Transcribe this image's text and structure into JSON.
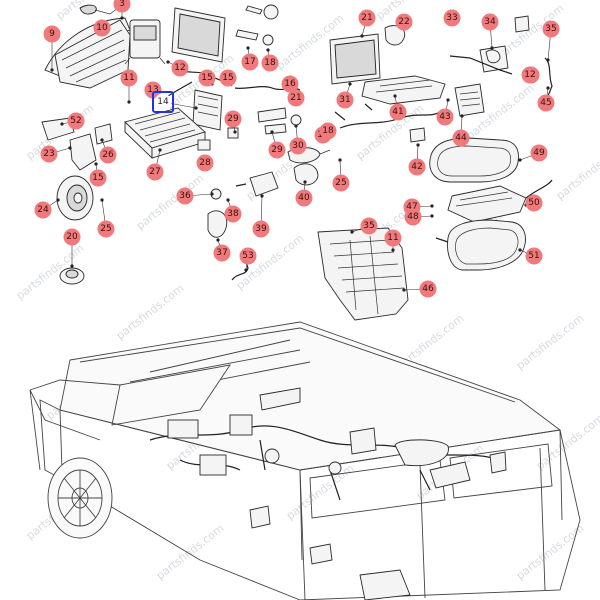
{
  "diagram": {
    "callout_color": "#f0797b",
    "highlight_color": "#2233dd",
    "highlighted_part": "14",
    "watermark_text": "partsfinds.com",
    "callouts": [
      {
        "label": "9"
      },
      {
        "label": "3"
      },
      {
        "label": "10"
      },
      {
        "label": "12"
      },
      {
        "label": "11"
      },
      {
        "label": "13"
      },
      {
        "label": "14"
      },
      {
        "label": "15"
      },
      {
        "label": "16"
      },
      {
        "label": "17"
      },
      {
        "label": "18"
      },
      {
        "label": "21"
      },
      {
        "label": "22"
      },
      {
        "label": "33"
      },
      {
        "label": "34"
      },
      {
        "label": "35"
      },
      {
        "label": "12"
      },
      {
        "label": "45"
      },
      {
        "label": "31"
      },
      {
        "label": "41"
      },
      {
        "label": "43"
      },
      {
        "label": "44"
      },
      {
        "label": "52"
      },
      {
        "label": "23"
      },
      {
        "label": "26"
      },
      {
        "label": "27"
      },
      {
        "label": "28"
      },
      {
        "label": "29"
      },
      {
        "label": "29"
      },
      {
        "label": "30"
      },
      {
        "label": "18"
      },
      {
        "label": "15"
      },
      {
        "label": "24"
      },
      {
        "label": "25"
      },
      {
        "label": "36"
      },
      {
        "label": "38"
      },
      {
        "label": "39"
      },
      {
        "label": "40"
      },
      {
        "label": "25"
      },
      {
        "label": "42"
      },
      {
        "label": "49"
      },
      {
        "label": "20"
      },
      {
        "label": "37"
      },
      {
        "label": "53"
      },
      {
        "label": "35"
      },
      {
        "label": "11"
      },
      {
        "label": "47"
      },
      {
        "label": "48"
      },
      {
        "label": "50"
      },
      {
        "label": "51"
      },
      {
        "label": "46"
      },
      {
        "label": "15"
      },
      {
        "label": "21"
      },
      {
        "label": "18"
      },
      {
        "label": "12"
      }
    ]
  }
}
